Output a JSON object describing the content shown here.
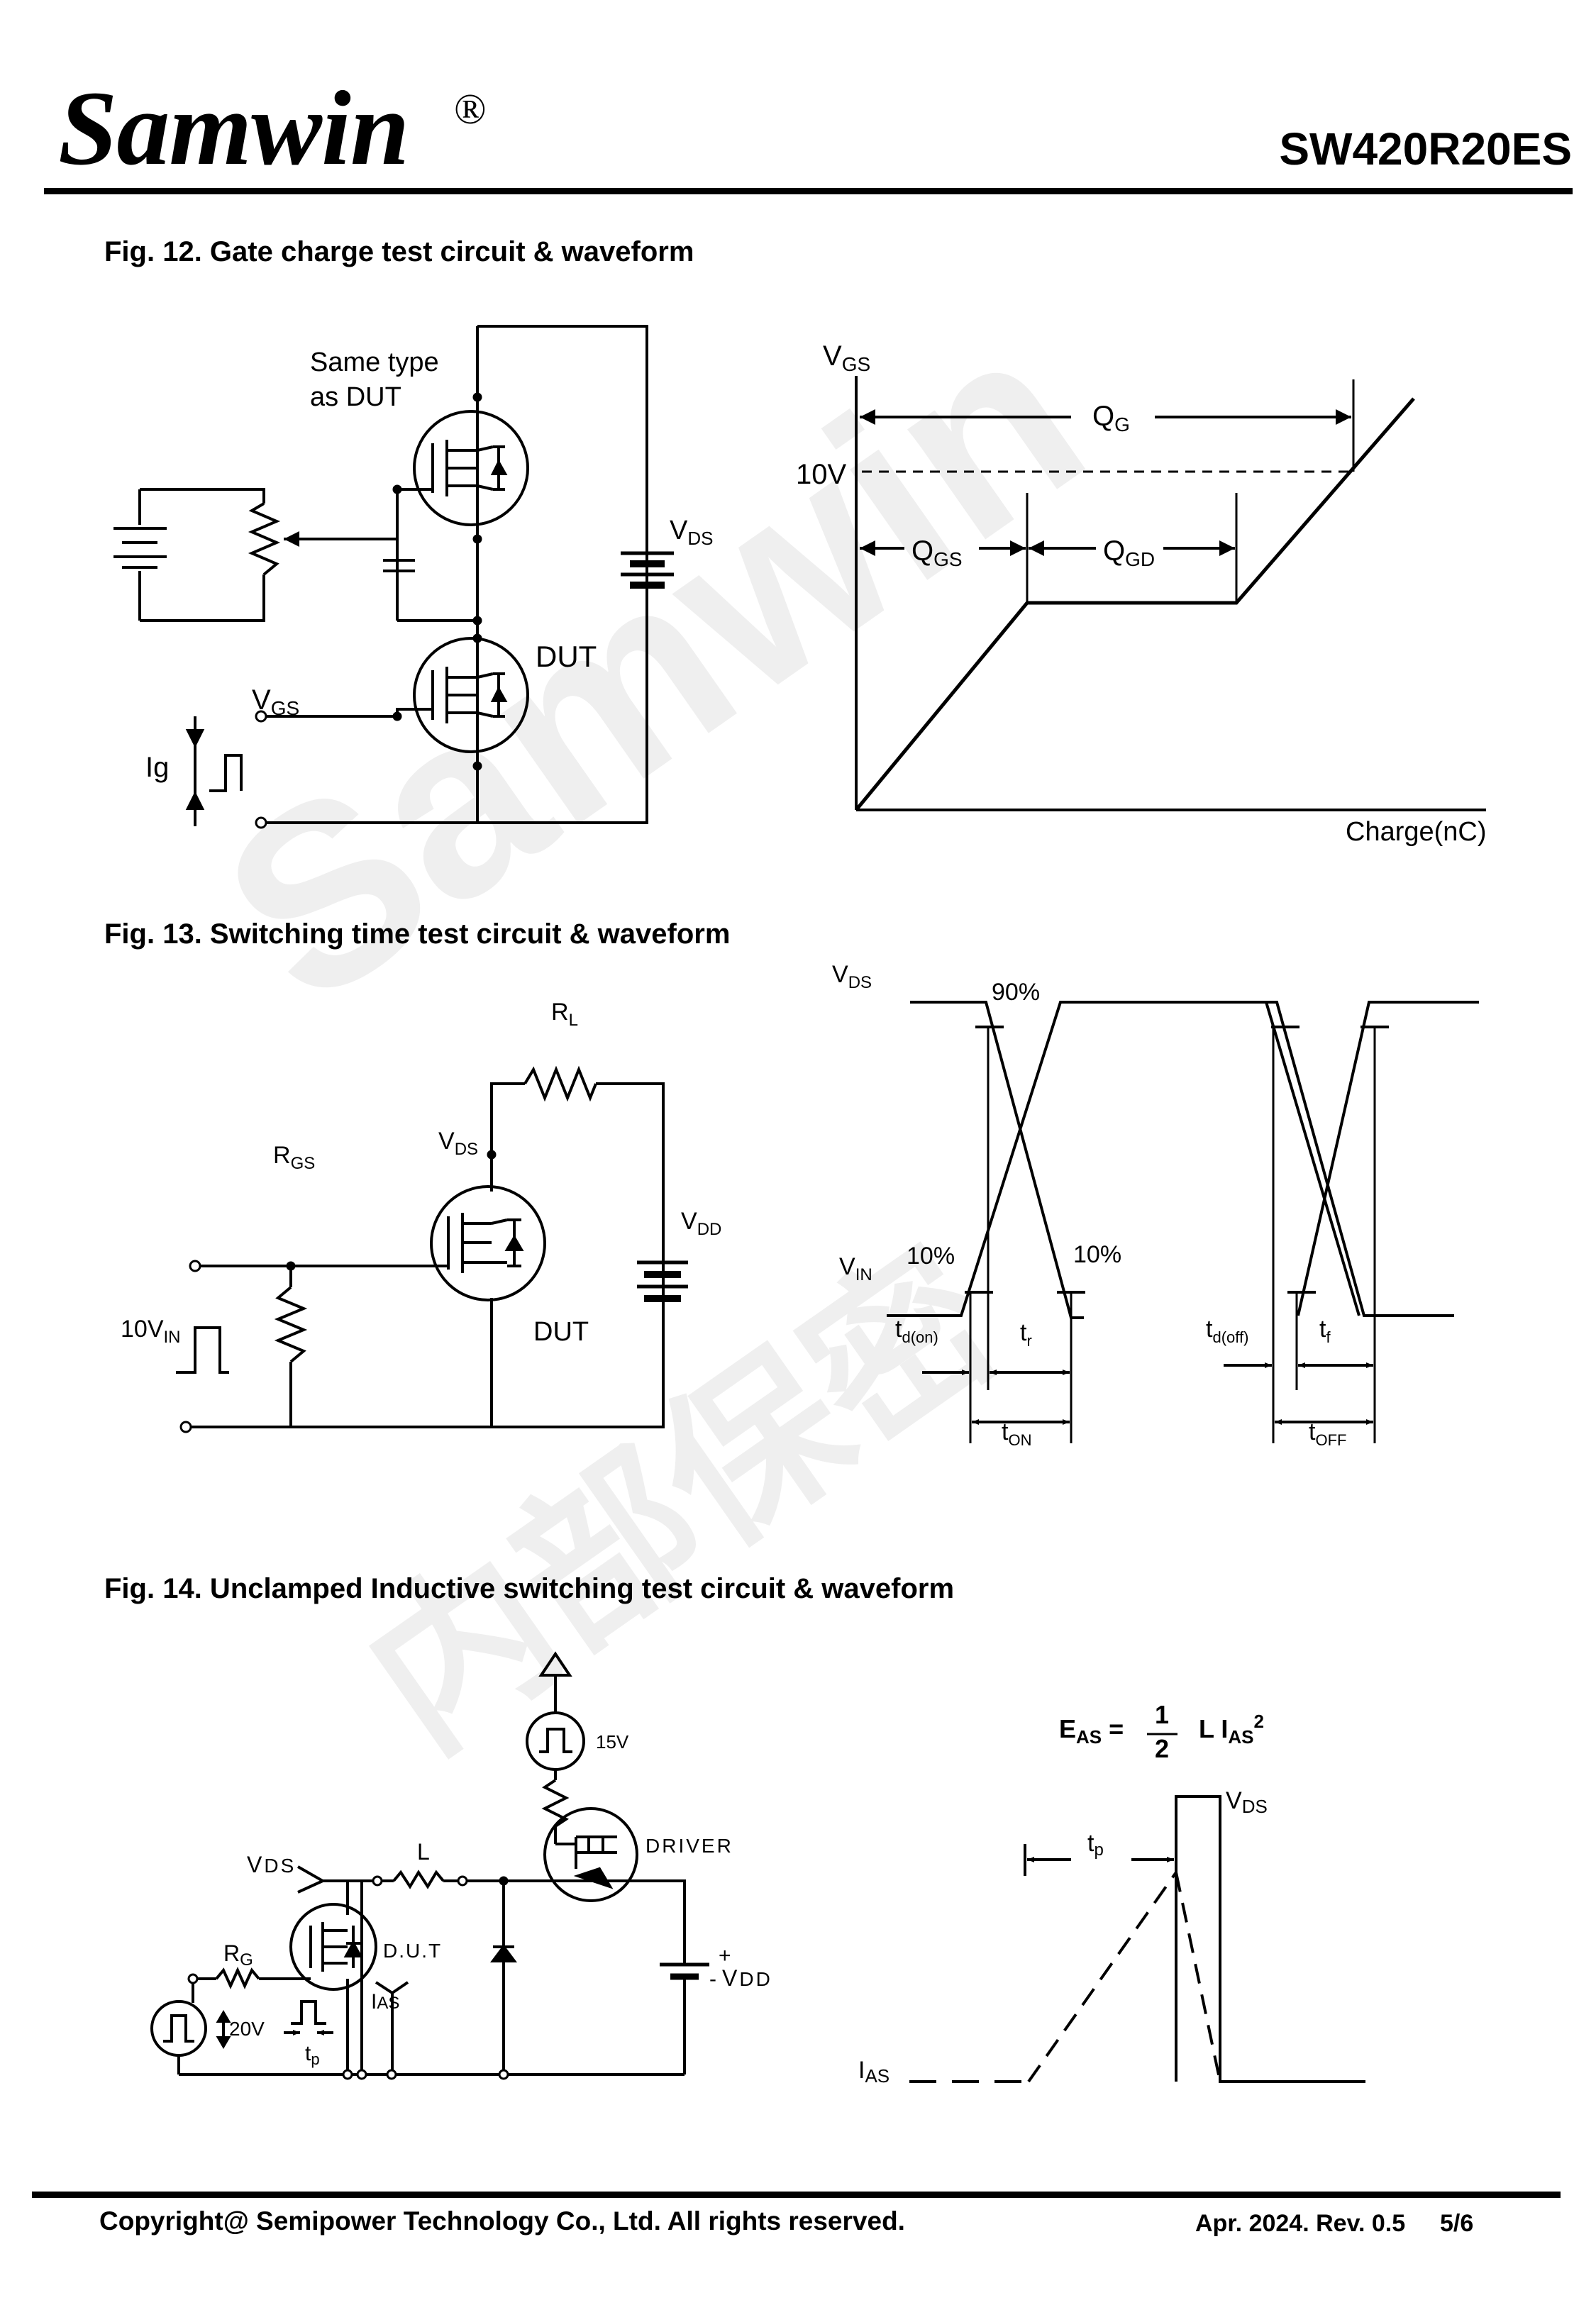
{
  "header": {
    "brand": "Samwin",
    "registered": "®",
    "part_number": "SW420R20ES"
  },
  "watermark": {
    "text": "Samwin",
    "text_cn": "内部保密"
  },
  "fig12": {
    "title": "Fig. 12. Gate charge test circuit & waveform",
    "circuit": {
      "same_type_1": "Same type",
      "same_type_2": "as DUT",
      "vds": "V",
      "vds_sub": "DS",
      "dut": "DUT",
      "vgs": "V",
      "vgs_sub": "GS",
      "ig": "Ig"
    },
    "waveform": {
      "vgs": "V",
      "vgs_sub": "GS",
      "qg": "Q",
      "qg_sub": "G",
      "ten_v": "10V",
      "qgs": "Q",
      "qgs_sub": "GS",
      "qgd": "Q",
      "qgd_sub": "GD",
      "xlabel": "Charge(nC)"
    }
  },
  "fig13": {
    "title": "Fig. 13. Switching time test circuit & waveform",
    "circuit": {
      "rl": "R",
      "rl_sub": "L",
      "vds": "V",
      "vds_sub": "DS",
      "rgs": "R",
      "rgs_sub": "GS",
      "vdd": "V",
      "vdd_sub": "DD",
      "vin_10": "10V",
      "vin_sub": "IN",
      "dut": "DUT"
    },
    "waveform": {
      "vds": "V",
      "vds_sub": "DS",
      "p90": "90%",
      "vin": "V",
      "vin_sub": "IN",
      "p10a": "10%",
      "p10b": "10%",
      "tdon": "t",
      "tdon_sub": "d(on)",
      "tr": "t",
      "tr_sub": "r",
      "tdoff": "t",
      "tdoff_sub": "d(off)",
      "tf": "t",
      "tf_sub": "f",
      "ton": "t",
      "ton_sub": "ON",
      "toff": "t",
      "toff_sub": "OFF"
    }
  },
  "fig14": {
    "title": "Fig. 14. Unclamped Inductive switching test circuit & waveform",
    "circuit": {
      "v15": "15V",
      "driver": "DRIVER",
      "vds": "V",
      "vds_sub": "DS",
      "l": "L",
      "rg": "R",
      "rg_sub": "G",
      "dut": "D.U.T",
      "ias": "I",
      "ias_sub": "AS",
      "vdd": "V",
      "vdd_sub": "DD",
      "plus": "+",
      "minus": "-",
      "v20": "20V",
      "tp": "t",
      "tp_sub": "p"
    },
    "waveform": {
      "eas": "E",
      "eas_sub": "AS",
      "eq": " = ",
      "num": "1",
      "den": "2",
      "l_ias": "L I",
      "ias_sub": "AS",
      "sq": "2",
      "vds": "V",
      "vds_sub": "DS",
      "tp": "t",
      "tp_sub": "p",
      "ias": "I",
      "ias_sub2": "AS"
    }
  },
  "footer": {
    "copyright": "Copyright@ Semipower Technology Co., Ltd. All rights reserved.",
    "date_rev": "Apr. 2024. Rev. 0.5",
    "page": "5/6"
  }
}
